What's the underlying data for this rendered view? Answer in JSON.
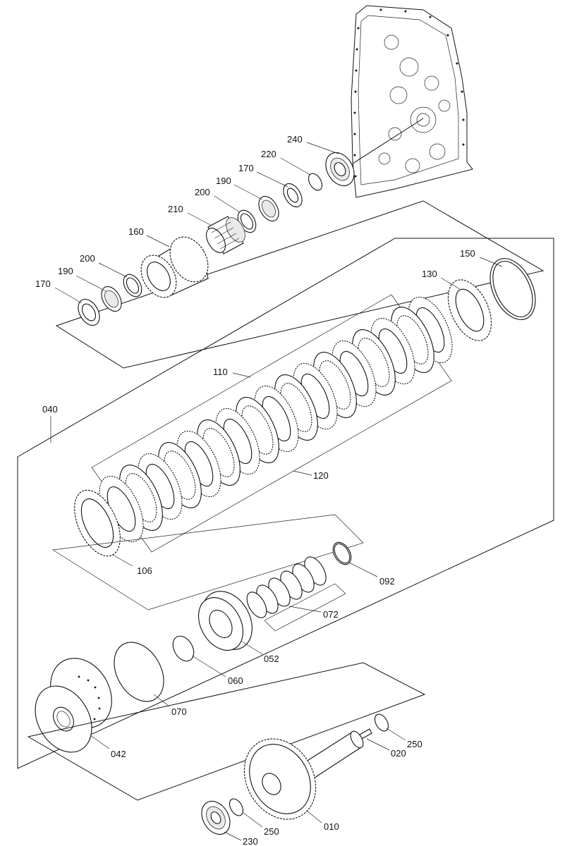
{
  "diagram": {
    "callouts": [
      "240",
      "220",
      "170",
      "190",
      "200",
      "210",
      "160",
      "200",
      "190",
      "170",
      "150",
      "130",
      "110",
      "040",
      "120",
      "106",
      "092",
      "072",
      "052",
      "060",
      "070",
      "042",
      "250",
      "020",
      "250",
      "010",
      "230"
    ]
  }
}
